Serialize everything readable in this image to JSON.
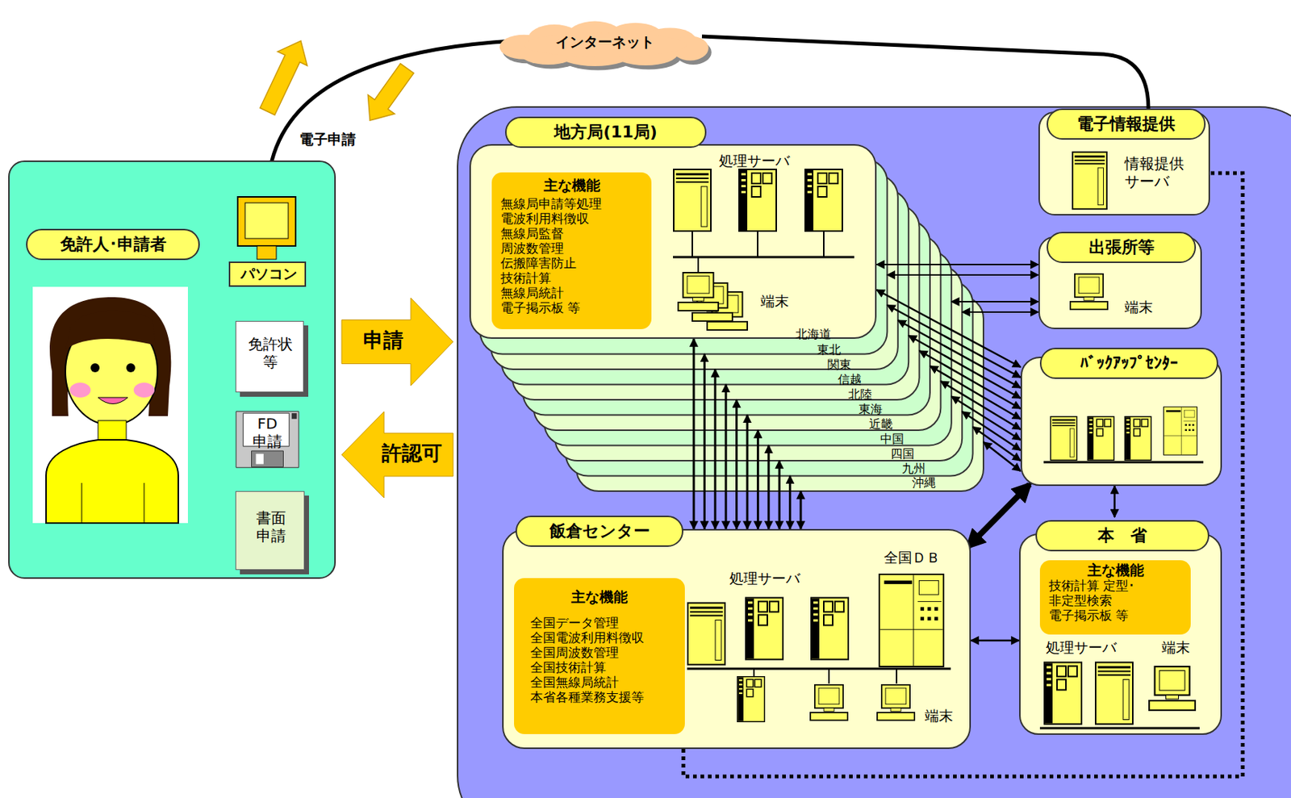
{
  "diagram": {
    "nodes": [
      {
        "text": [
          "免許人･申請者"
        ]
      },
      {
        "text": [
          "パソコン"
        ],
        "in": 0
      },
      {
        "text": [
          "免許状 等"
        ],
        "in": 0
      },
      {
        "text": [
          "FD 申請"
        ],
        "in": 0
      },
      {
        "text": [
          "書面 申請"
        ],
        "in": 0
      },
      {
        "text": [
          "インターネット"
        ]
      },
      {
        "text": [
          "地方局(11局)",
          "処理サーバ",
          "端末"
        ]
      },
      {
        "text": [
          "主な機能",
          "無線局申請等処理 電波利用料徴収 無線局監督 周波数管理 伝搬障害防止 技術計算 無線局統計 電子掲示板 等"
        ],
        "in": 6
      },
      {
        "text": [
          "電子情報提供",
          "情報提供 サーバ"
        ]
      },
      {
        "text": [
          "出張所等",
          "端末"
        ]
      },
      {
        "text": [
          "ﾊﾞｯｸｱｯﾌﾟｾﾝﾀｰ"
        ]
      },
      {
        "text": [
          "飯倉センター",
          "処理サーバ",
          "全国ＤＢ",
          "端末"
        ]
      },
      {
        "text": [
          "主な機能",
          "全国データ管理 全国電波利用料徴収 全国周波数管理 全国技術計算 全国無線局統計 本省各種業務支援等"
        ],
        "in": 11
      },
      {
        "text": [
          "本　省",
          "処理サーバ",
          "端末"
        ]
      },
      {
        "text": [
          "主な機能",
          "技術計算 定型･非定型検索 電子掲示板 等"
        ],
        "in": 13
      },
      {
        "text": [
          "申請"
        ]
      },
      {
        "text": [
          "許認可"
        ]
      }
    ],
    "edges": [
      {
        "from": 1,
        "to": 5,
        "arrow": "both",
        "label": "電子申請"
      },
      {
        "from": 5,
        "to": 8,
        "arrow": "none"
      },
      {
        "from": 6,
        "to": 9,
        "arrow": "both"
      },
      {
        "from": 6,
        "to": 10,
        "arrow": "both"
      },
      {
        "from": 6,
        "to": 11,
        "arrow": "both"
      },
      {
        "from": 11,
        "to": 10,
        "arrow": "both"
      },
      {
        "from": 10,
        "to": 13,
        "arrow": "both"
      },
      {
        "from": 11,
        "to": 13,
        "arrow": "both"
      },
      {
        "from": 11,
        "to": 8,
        "arrow": "none"
      }
    ],
    "labels": [
      "北海道",
      "東北",
      "関東",
      "信越",
      "北陸",
      "東海",
      "近畿",
      "中国",
      "四国",
      "九州",
      "沖縄"
    ]
  }
}
